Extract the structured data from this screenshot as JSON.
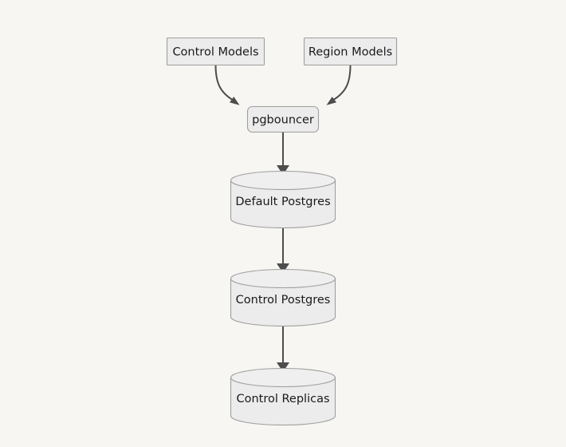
{
  "diagram": {
    "title": "pgbouncer database topology flowchart",
    "background_color": "#f7f6f2",
    "node_fill_color": "#ececec",
    "node_border_color": "#9e9e9e",
    "edge_color": "#4d4d4d",
    "text_color": "#1a1a1a",
    "nodes": [
      {
        "id": "control-models",
        "label": "Control Models",
        "shape": "rectangle"
      },
      {
        "id": "region-models",
        "label": "Region Models",
        "shape": "rectangle"
      },
      {
        "id": "pgbouncer",
        "label": "pgbouncer",
        "shape": "rounded-rectangle"
      },
      {
        "id": "default-postgres",
        "label": "Default Postgres",
        "shape": "cylinder"
      },
      {
        "id": "control-postgres",
        "label": "Control Postgres",
        "shape": "cylinder"
      },
      {
        "id": "control-replicas",
        "label": "Control Replicas",
        "shape": "cylinder"
      }
    ],
    "edges": [
      {
        "id": "edge-control-models-to-pgbouncer",
        "from": "control-models",
        "to": "pgbouncer",
        "style": "curved"
      },
      {
        "id": "edge-region-models-to-pgbouncer",
        "from": "region-models",
        "to": "pgbouncer",
        "style": "curved"
      },
      {
        "id": "edge-pgbouncer-to-default",
        "from": "pgbouncer",
        "to": "default-postgres",
        "style": "straight"
      },
      {
        "id": "edge-default-to-control",
        "from": "default-postgres",
        "to": "control-postgres",
        "style": "straight"
      },
      {
        "id": "edge-control-to-replicas",
        "from": "control-postgres",
        "to": "control-replicas",
        "style": "straight"
      }
    ]
  }
}
